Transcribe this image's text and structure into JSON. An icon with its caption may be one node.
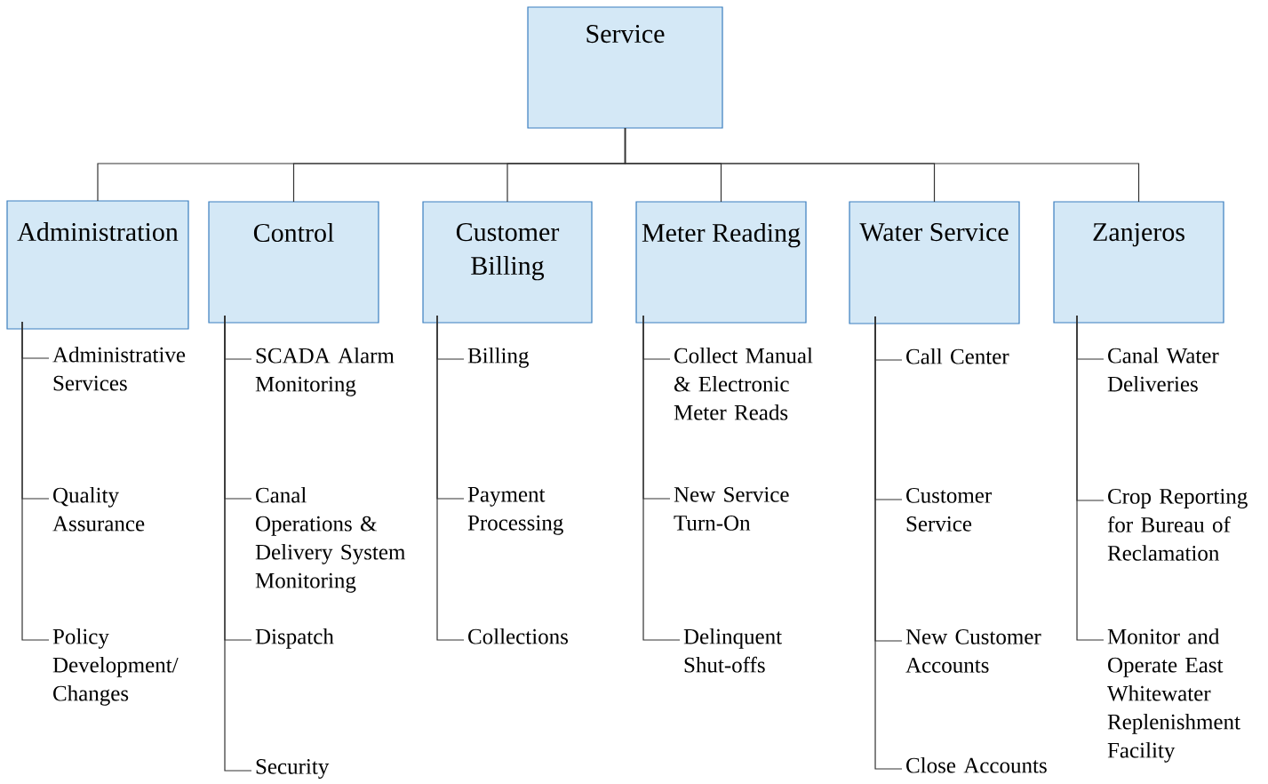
{
  "diagram": {
    "nodes": [
      {
        "text": [
          "Service"
        ]
      },
      {
        "text": [
          "Administration"
        ]
      },
      {
        "text": [
          "Control"
        ]
      },
      {
        "text": [
          "Customer Billing"
        ]
      },
      {
        "text": [
          "Meter Reading"
        ]
      },
      {
        "text": [
          "Water Service"
        ]
      },
      {
        "text": [
          "Zanjeros"
        ]
      },
      {
        "text": [
          "Administrative Services"
        ]
      },
      {
        "text": [
          "Quality Assurance"
        ]
      },
      {
        "text": [
          "Policy Development/ Changes"
        ]
      },
      {
        "text": [
          "SCADA Alarm Monitoring"
        ]
      },
      {
        "text": [
          "Canal Operations & Delivery System Monitoring"
        ]
      },
      {
        "text": [
          "Dispatch"
        ]
      },
      {
        "text": [
          "Security"
        ]
      },
      {
        "text": [
          "Billing"
        ]
      },
      {
        "text": [
          "Payment Processing"
        ]
      },
      {
        "text": [
          "Collections"
        ]
      },
      {
        "text": [
          "Collect Manual & Electronic Meter Reads"
        ]
      },
      {
        "text": [
          "New Service Turn-On"
        ]
      },
      {
        "text": [
          "Delinquent Shut-offs"
        ]
      },
      {
        "text": [
          "Call Center"
        ]
      },
      {
        "text": [
          "Customer Service"
        ]
      },
      {
        "text": [
          "New Customer Accounts"
        ]
      },
      {
        "text": [
          "Close Accounts"
        ]
      },
      {
        "text": [
          "Canal Water Deliveries"
        ]
      },
      {
        "text": [
          "Crop Reporting for Bureau of Reclamation"
        ]
      },
      {
        "text": [
          "Monitor and Operate East Whitewater Replenishment Facility"
        ]
      }
    ],
    "edges": [
      {
        "from": 0,
        "to": 1,
        "arrow": "none"
      },
      {
        "from": 0,
        "to": 2,
        "arrow": "none"
      },
      {
        "from": 0,
        "to": 3,
        "arrow": "none"
      },
      {
        "from": 0,
        "to": 4,
        "arrow": "none"
      },
      {
        "from": 0,
        "to": 5,
        "arrow": "none"
      },
      {
        "from": 0,
        "to": 6,
        "arrow": "none"
      },
      {
        "from": 1,
        "to": 7,
        "arrow": "none"
      },
      {
        "from": 1,
        "to": 8,
        "arrow": "none"
      },
      {
        "from": 1,
        "to": 9,
        "arrow": "none"
      },
      {
        "from": 2,
        "to": 10,
        "arrow": "none"
      },
      {
        "from": 2,
        "to": 11,
        "arrow": "none"
      },
      {
        "from": 2,
        "to": 12,
        "arrow": "none"
      },
      {
        "from": 2,
        "to": 13,
        "arrow": "none"
      },
      {
        "from": 3,
        "to": 14,
        "arrow": "none"
      },
      {
        "from": 3,
        "to": 15,
        "arrow": "none"
      },
      {
        "from": 3,
        "to": 16,
        "arrow": "none"
      },
      {
        "from": 4,
        "to": 17,
        "arrow": "none"
      },
      {
        "from": 4,
        "to": 18,
        "arrow": "none"
      },
      {
        "from": 4,
        "to": 19,
        "arrow": "none"
      },
      {
        "from": 5,
        "to": 20,
        "arrow": "none"
      },
      {
        "from": 5,
        "to": 21,
        "arrow": "none"
      },
      {
        "from": 5,
        "to": 22,
        "arrow": "none"
      },
      {
        "from": 5,
        "to": 23,
        "arrow": "none"
      },
      {
        "from": 6,
        "to": 24,
        "arrow": "none"
      },
      {
        "from": 6,
        "to": 25,
        "arrow": "none"
      },
      {
        "from": 6,
        "to": 26,
        "arrow": "none"
      }
    ]
  }
}
